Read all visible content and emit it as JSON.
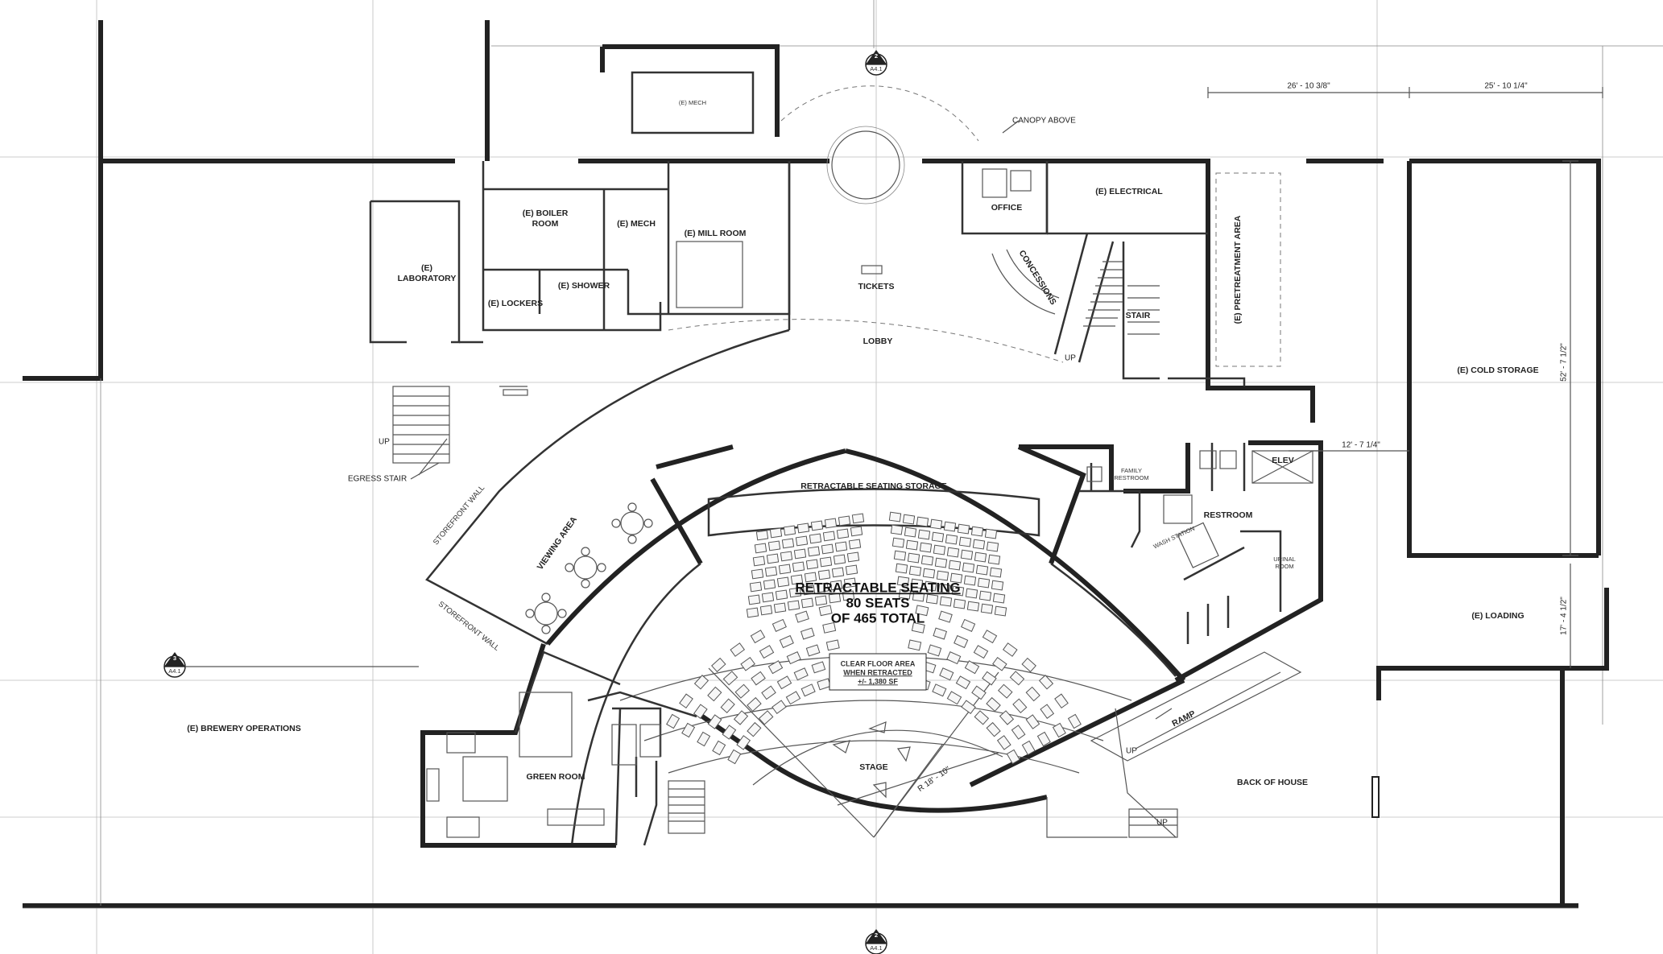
{
  "rooms": {
    "mech_top": "(E) MECH",
    "boiler": "(E) BOILER",
    "boiler2": "ROOM",
    "mech": "(E) MECH",
    "mill": "(E) MILL ROOM",
    "lab1": "(E)",
    "lab2": "LABORATORY",
    "lockers": "(E) LOCKERS",
    "shower": "(E) SHOWER",
    "office": "OFFICE",
    "electrical": "(E) ELECTRICAL",
    "tickets": "TICKETS",
    "lobby": "LOBBY",
    "concessions": "CONCESSIONS",
    "stair": "STAIR",
    "pretreatment": "(E) PRETREATMENT AREA",
    "cold_storage": "(E) COLD STORAGE",
    "loading": "(E) LOADING",
    "brewery": "(E) BREWERY OPERATIONS",
    "viewing": "VIEWING AREA",
    "green_room": "GREEN ROOM",
    "stage": "STAGE",
    "back_of_house": "BACK OF HOUSE",
    "restroom": "RESTROOM",
    "family1": "FAMILY",
    "family2": "RESTROOM",
    "wash": "WASH STATION",
    "urinal1": "URINAL",
    "urinal2": "ROOM",
    "elev": "ELEV",
    "ramp": "RAMP",
    "storage": "RETRACTABLE SEATING STORAGE"
  },
  "labels": {
    "canopy": "CANOPY ABOVE",
    "egress": "EGRESS STAIR",
    "storefront1": "STOREFRONT WALL",
    "storefront2": "STOREFRONT WALL",
    "up1": "UP",
    "up2": "UP",
    "up3": "UP",
    "up4": "UP"
  },
  "seating": {
    "line1": "RETRACTABLE SEATING",
    "line2": "80 SEATS",
    "line3": "OF 465 TOTAL"
  },
  "clear_floor": {
    "line1": "CLEAR FLOOR AREA",
    "line2": "WHEN RETRACTED",
    "line3": "+/- 1,380 SF"
  },
  "radius": "R 18' - 10\"",
  "dimensions": {
    "d1": "26' - 10 3/8\"",
    "d2": "25' - 10 1/4\"",
    "d3": "52' - 7 1/2\"",
    "d4": "12' - 7 1/4\"",
    "d5": "17' - 4 1/2\""
  },
  "section_markers": {
    "top_num": "2",
    "top_sheet": "A4.1",
    "left_num": "3",
    "left_sheet": "A4.1",
    "bottom_num": "2",
    "bottom_sheet": "A4.1"
  }
}
